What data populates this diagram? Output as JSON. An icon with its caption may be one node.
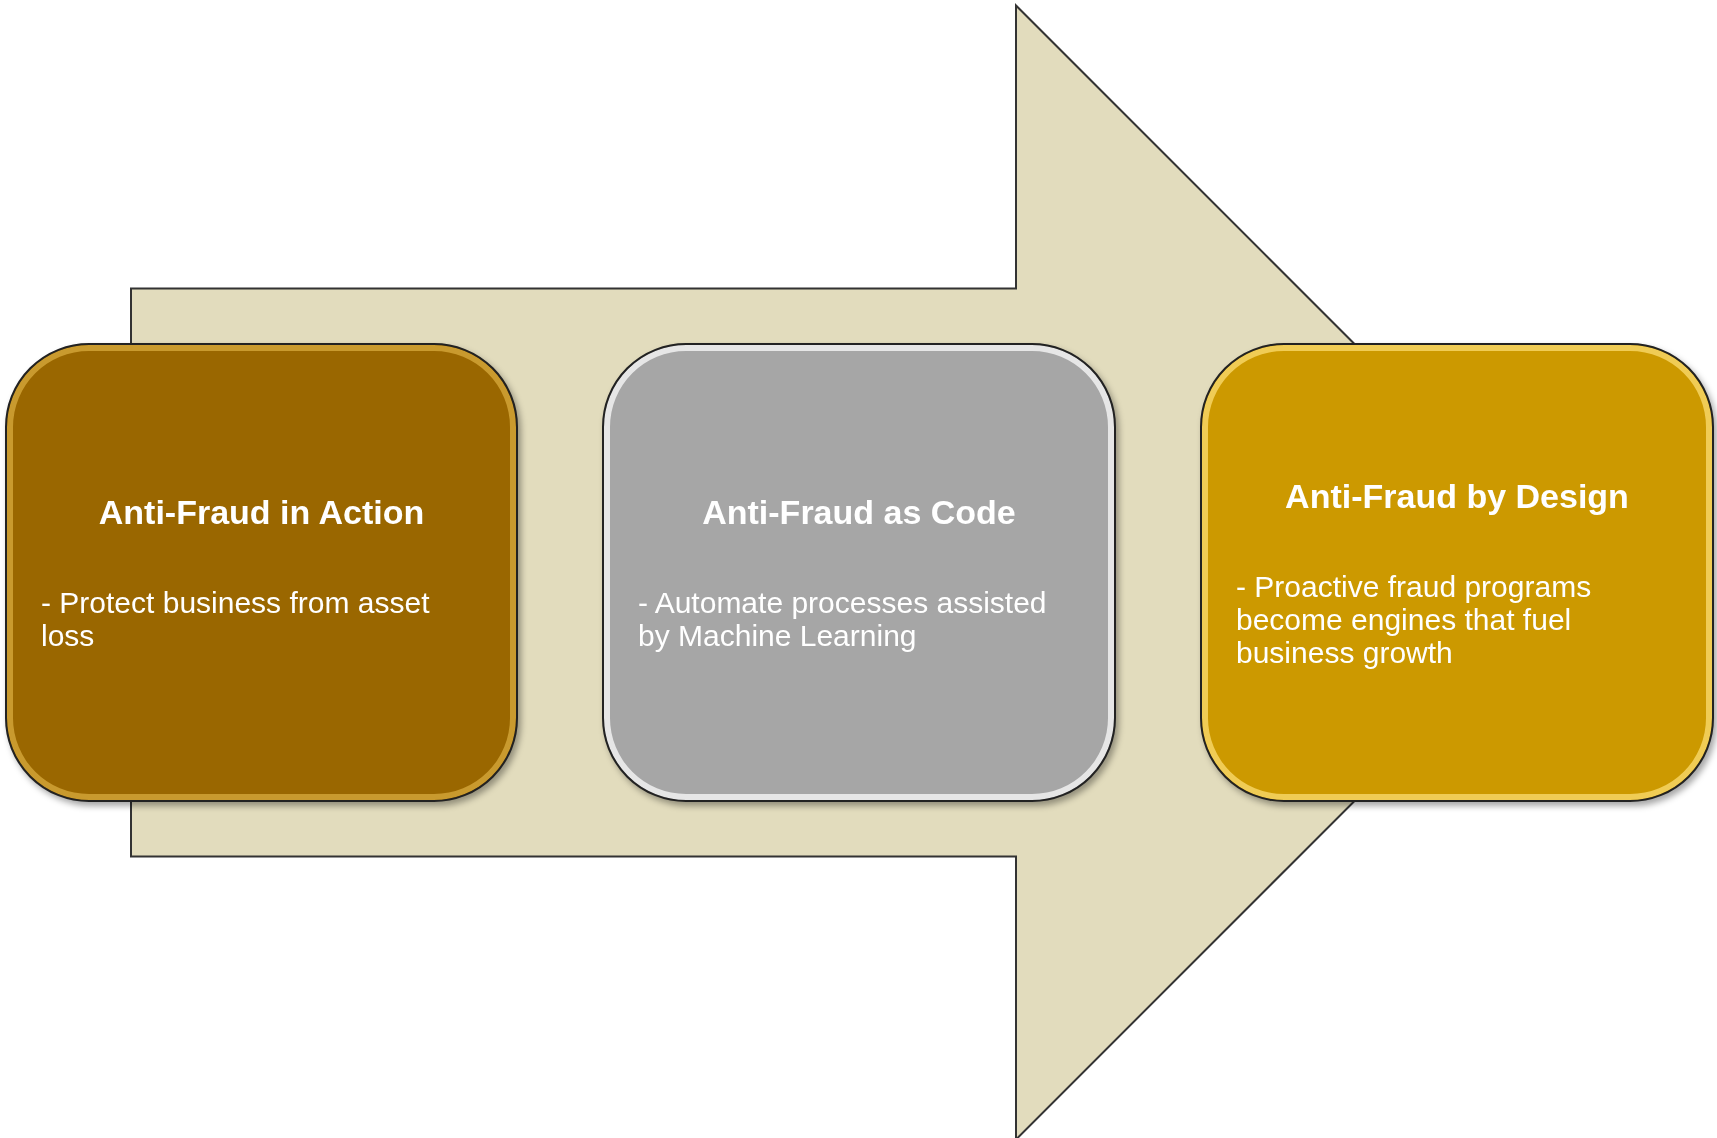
{
  "diagram": {
    "nodes": [
      {
        "text": [
          "Anti-Fraud in Action",
          "- Protect business from asset loss"
        ]
      },
      {
        "text": [
          "Anti-Fraud as Code",
          "- Automate processes assisted by Machine Learning"
        ]
      },
      {
        "text": [
          "Anti-Fraud by Design",
          "- Proactive fraud programs become engines that fuel business growth"
        ]
      }
    ],
    "edges": [
      {
        "from": 0,
        "to": 2,
        "arrow": "to"
      }
    ]
  }
}
